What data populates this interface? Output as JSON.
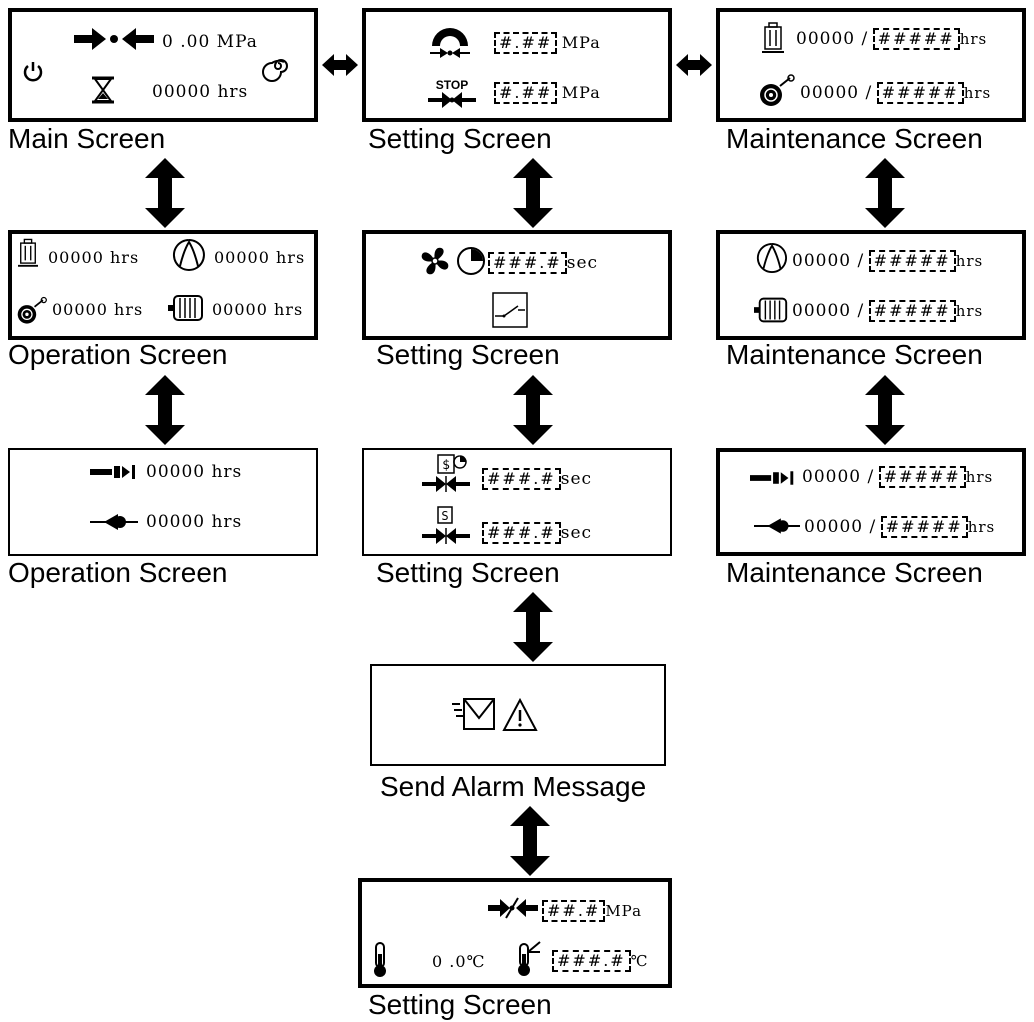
{
  "captions": {
    "main": "Main Screen",
    "setting1": "Setting Screen",
    "maint1": "Maintenance Screen",
    "op1": "Operation Screen",
    "setting2": "Setting Screen",
    "maint2": "Maintenance Screen",
    "op2": "Operation Screen",
    "setting3": "Setting Screen",
    "maint3": "Maintenance Screen",
    "alarm": "Send Alarm Message",
    "setting4": "Setting Screen"
  },
  "main": {
    "pressure": "0 .00 MPa",
    "hours": "00000 hrs"
  },
  "setting1": {
    "load_val": "#.##",
    "load_unit": "MPa",
    "stop_val": "#.##",
    "stop_unit": "MPa"
  },
  "maint1": {
    "filter_count": "00000 /",
    "filter_limit": "#####",
    "filter_unit": "hrs",
    "oil_count": "00000 /",
    "oil_limit": "#####",
    "oil_unit": "hrs"
  },
  "op1": {
    "filter_hours": "00000 hrs",
    "airend_hours": "00000 hrs",
    "oil_hours": "00000 hrs",
    "motor_hours": "00000 hrs"
  },
  "setting2": {
    "fan_val": "###.#",
    "fan_unit": "sec"
  },
  "maint2": {
    "airend_count": "00000 /",
    "airend_limit": "#####",
    "airend_unit": "hrs",
    "motor_count": "00000 /",
    "motor_limit": "#####",
    "motor_unit": "hrs"
  },
  "op2": {
    "separator_hours": "00000 hrs",
    "valve_hours": "00000 hrs"
  },
  "setting3": {
    "delay1_val": "###.#",
    "delay1_unit": "sec",
    "delay2_val": "###.#",
    "delay2_unit": "sec"
  },
  "maint3": {
    "separator_count": "00000 /",
    "separator_limit": "#####",
    "separator_unit": "hrs",
    "valve_count": "00000 /",
    "valve_limit": "#####",
    "valve_unit": "hrs"
  },
  "setting4": {
    "pressure_val": "##.#",
    "pressure_unit": "MPa",
    "temp_current": "0 .0℃",
    "temp_val": "###.#",
    "temp_unit": "℃"
  },
  "icons": [
    "power-icon",
    "compress-icon",
    "hourglass-icon",
    "spiral-icon",
    "load-icon",
    "stop-icon",
    "filter-icon",
    "oil-icon",
    "airend-icon",
    "motor-icon",
    "fan-icon",
    "timer-icon",
    "switch-icon",
    "separator-icon",
    "valve-icon",
    "envelope-icon",
    "warning-icon",
    "thermometer-icon",
    "temp-switch-icon",
    "pressure-switch-icon"
  ]
}
